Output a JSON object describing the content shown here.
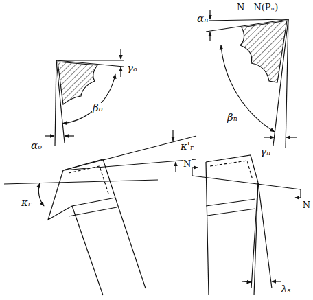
{
  "diagram": {
    "labels": [
      "N—N(Pₙ)",
      "αₙ",
      "βₙ",
      "γₙ",
      "γₒ",
      "βₒ",
      "αₒ",
      "κ'ᵣ",
      "κᵣ",
      "N",
      "N",
      "λₛ"
    ]
  }
}
